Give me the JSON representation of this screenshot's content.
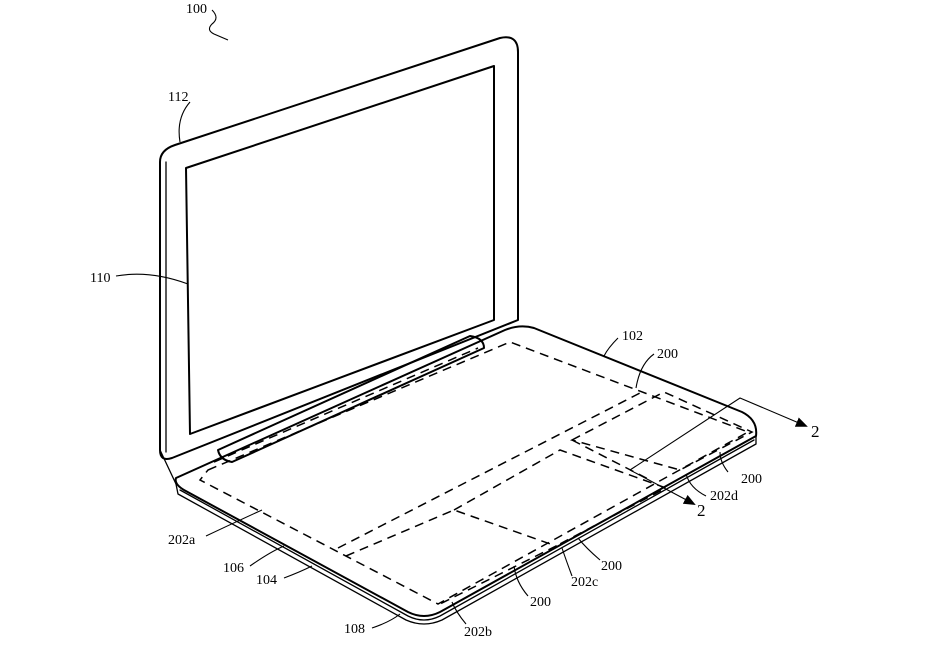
{
  "labels": {
    "l100": "100",
    "l112": "112",
    "l110": "110",
    "l102": "102",
    "l200a": "200",
    "l200b": "200",
    "l200c": "200",
    "l200d": "200",
    "l202a": "202a",
    "l202b": "202b",
    "l202c": "202c",
    "l202d": "202d",
    "l106": "106",
    "l104": "104",
    "l108": "108",
    "l2right": "2",
    "l2lower": "2"
  }
}
